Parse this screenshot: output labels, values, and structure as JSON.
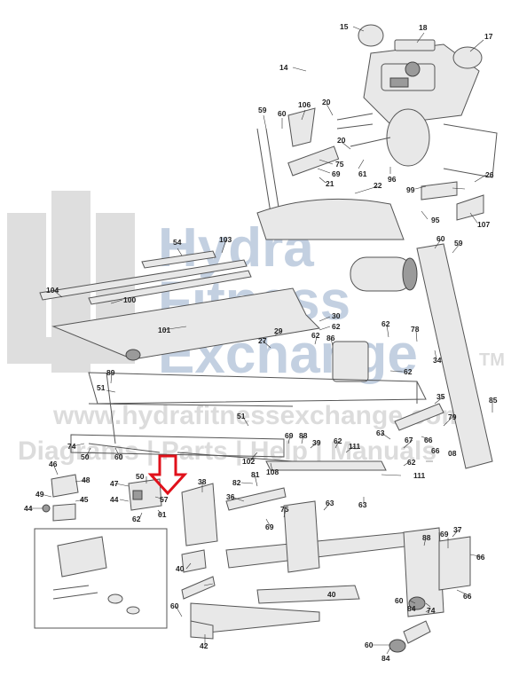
{
  "watermark": {
    "brand_line1": "Hydra",
    "brand_line2": "Fitness",
    "brand_line3": "Exchange",
    "trademark": "TM",
    "url": "www.hydrafitnessexchange.com",
    "tagline": "Diagrams | Parts | Help | Manuals"
  },
  "colors": {
    "arrow": "#e0111b",
    "watermark_blue": "#b9c8dc",
    "watermark_gray": "#d7d7d7",
    "line": "#555555"
  },
  "callouts": {
    "c15": "15",
    "c18": "18",
    "c17": "17",
    "c14": "14",
    "c59a": "59",
    "c60a": "60",
    "c106": "106",
    "c20a": "20",
    "c20b": "20",
    "c75a": "75",
    "c69a": "69",
    "c21": "21",
    "c61a": "61",
    "c96": "96",
    "c26": "26",
    "c99": "99",
    "c22": "22",
    "c95": "95",
    "c107": "107",
    "c60b": "60",
    "c59b": "59",
    "c54": "54",
    "c103": "103",
    "c104": "104",
    "c100": "100",
    "c30": "30",
    "c62a": "62",
    "c29": "29",
    "c101": "101",
    "c27": "27",
    "c62b": "62",
    "c86": "86",
    "c62c": "62",
    "c78": "78",
    "c34": "34",
    "c62d": "62",
    "c89": "89",
    "c51a": "51",
    "c85": "85",
    "c35": "35",
    "c51b": "51",
    "c79": "79",
    "c69b": "69",
    "c88a": "88",
    "c39": "39",
    "c62e": "62",
    "c111a": "111",
    "c63a": "63",
    "c66a": "66",
    "c66b": "66",
    "c74a": "74",
    "c50a": "50",
    "c60c": "60",
    "c102": "102",
    "c108": "108",
    "c62f": "62",
    "c67": "67",
    "c08": "08",
    "c111b": "111",
    "c46": "46",
    "c48": "48",
    "c49": "49",
    "c45": "45",
    "c44a": "44",
    "c47": "47",
    "c50b": "50",
    "c57": "57",
    "c44b": "44",
    "c61b": "61",
    "c62g": "62",
    "c38": "38",
    "c82": "82",
    "c81": "81",
    "c36": "36",
    "c69c": "69",
    "c75b": "75",
    "c63b": "63",
    "c63c": "63",
    "c40a": "40",
    "c40b": "40",
    "c88b": "88",
    "c37": "37",
    "c69d": "69",
    "c66c": "66",
    "c60d": "60",
    "c84a": "84",
    "c74b": "74",
    "c66d": "66",
    "c60e": "60",
    "c42": "42",
    "c60f": "60",
    "c84b": "84"
  }
}
